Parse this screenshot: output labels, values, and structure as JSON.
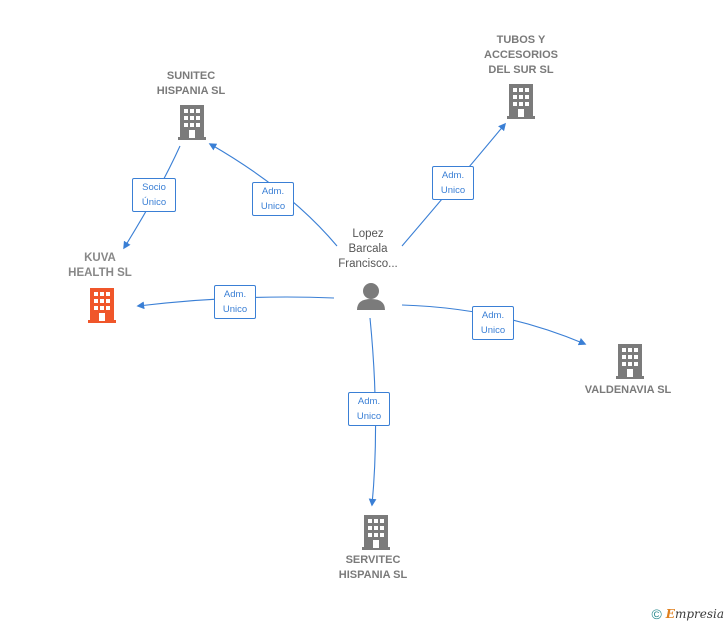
{
  "colors": {
    "edge": "#3a7fd5",
    "building": "#7b7b7b",
    "focus": "#f0562a",
    "person": "#7b7b7b"
  },
  "center": {
    "label": "Lopez\nBarcala\nFrancisco..."
  },
  "nodes": {
    "sunitec": "SUNITEC\nHISPANIA SL",
    "tubos": "TUBOS Y\nACCESORIOS\nDEL SUR SL",
    "kuva": "KUVA\nHEALTH  SL",
    "valdenavia": "VALDENAVIA SL",
    "servitec": "SERVITEC\nHISPANIA  SL"
  },
  "edges": {
    "sunitec_kuva": "Socio\nÚnico",
    "center_sunitec": "Adm.\nUnico",
    "center_tubos": "Adm.\nUnico",
    "center_kuva": "Adm.\nUnico",
    "center_valdenavia": "Adm.\nUnico",
    "center_servitec": "Adm.\nUnico"
  },
  "footer": {
    "copyright": "©",
    "brand_initial": "E",
    "brand_rest": "mpresia"
  }
}
